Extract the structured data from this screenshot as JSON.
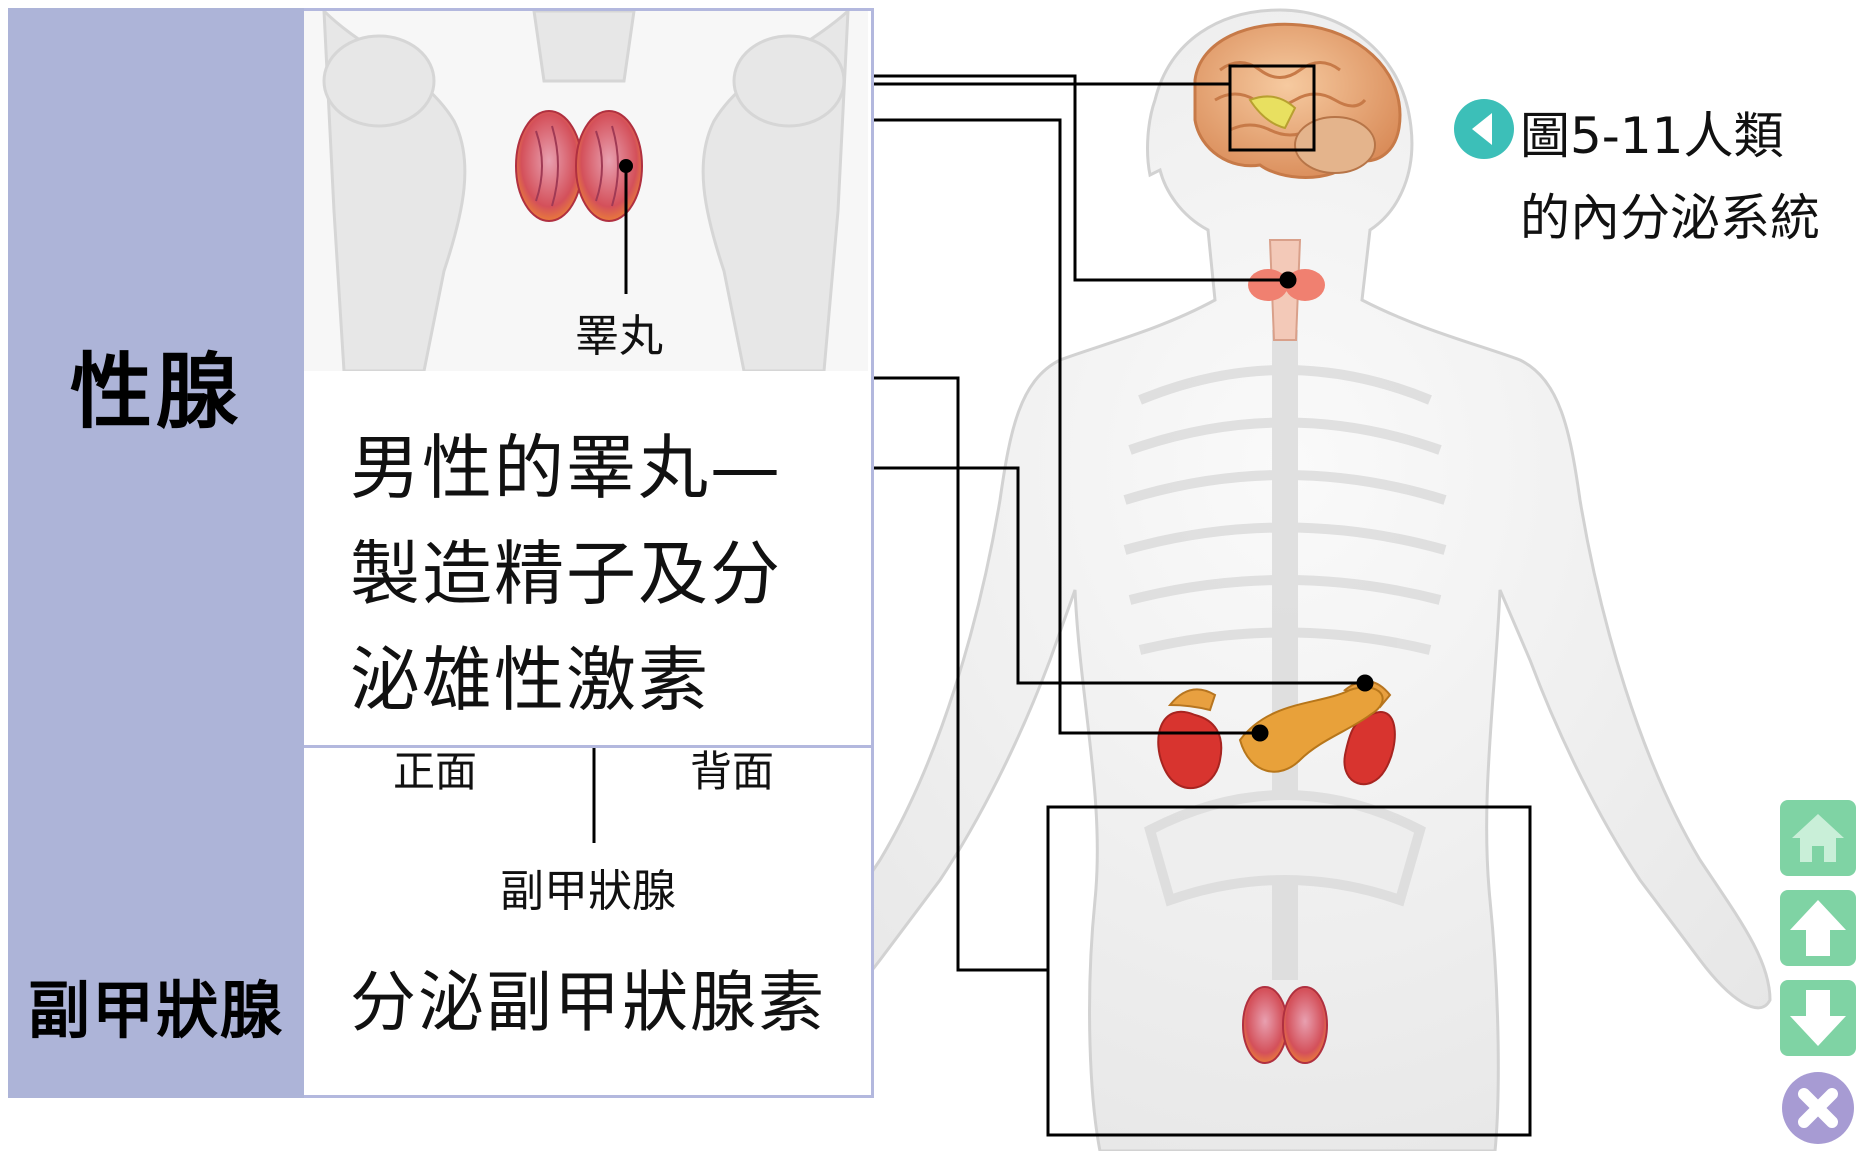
{
  "categories": {
    "gonad": "性腺",
    "parathyroid": "副甲狀腺"
  },
  "descriptions": {
    "gonad": "男性的睪丸—\n製造精子及分\n泌雄性激素",
    "parathyroid": "分泌副甲狀腺素"
  },
  "image_labels": {
    "testis": "睪丸",
    "front": "正面",
    "back": "背面",
    "parathyroid": "副甲狀腺"
  },
  "figure_caption": {
    "line1": "圖5-11人類",
    "line2": "的內分泌系統"
  },
  "icons": {
    "back": "back-arrow-icon",
    "home": "home-icon",
    "up": "up-arrow-icon",
    "down": "down-arrow-icon",
    "close": "close-icon"
  },
  "colors": {
    "category_bg": "#adb4d8",
    "panel_border": "#b3b8de",
    "accent_teal": "#3cbfb8",
    "nav_green": "#7fd3a4",
    "nav_purple": "#a79bd3",
    "organ_red": "#e0332f",
    "pancreas_orange": "#e8a13a"
  }
}
